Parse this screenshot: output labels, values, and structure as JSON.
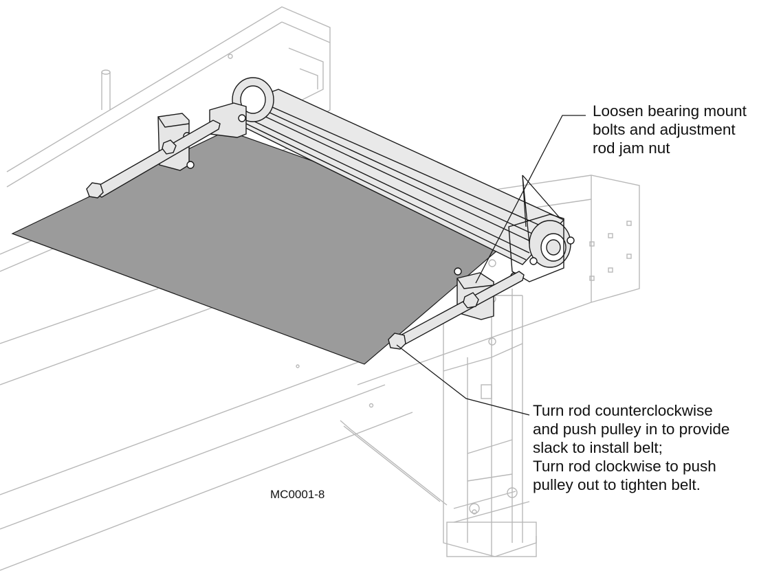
{
  "callouts": [
    {
      "lines": [
        "Loosen bearing mount",
        "bolts and adjustment",
        "rod jam nut"
      ]
    },
    {
      "lines": [
        "Turn rod counterclockwise",
        "and push pulley in to provide",
        "slack to install belt;",
        "Turn rod clockwise to push",
        "pulley out to tighten belt."
      ]
    }
  ],
  "drawing_id": "MC0001-8",
  "colors": {
    "line": "#1a1a1a",
    "ghost": "#b4b4b4",
    "belt": "#9b9b9b",
    "parts": "#e6e6e6",
    "background": "#ffffff"
  }
}
